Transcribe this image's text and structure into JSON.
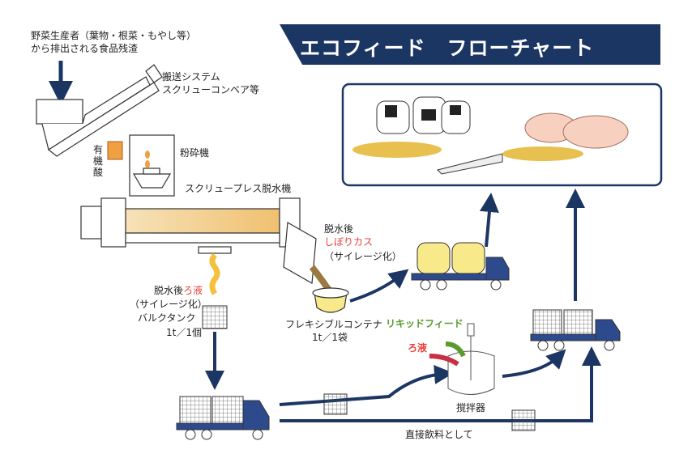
{
  "title": "エコフィード　フローチャート",
  "labels": {
    "source_line1": "野菜生産者（葉物・根菜・もやし等）",
    "source_line2": "から排出される食品残渣",
    "conveyor_line1": "搬送システム",
    "conveyor_line2": "スクリューコンベア等",
    "organic_acid": "有機酸",
    "crusher": "粉砕機",
    "screw_press": "スクリュープレス脱水機",
    "cake_prefix": "脱水後",
    "cake_highlight": "しぼりカス",
    "cake_note": "（サイレージ化）",
    "filtrate_prefix": "脱水後",
    "filtrate_highlight": "ろ液",
    "filtrate_note": "（サイレージ化）",
    "bulk_tank": "バルクタンク",
    "bulk_tank_unit": "1t／1個",
    "flex_container": "フレキシブルコンテナ",
    "flex_container_unit": "1t／1袋",
    "liquid_feed": "リキッドフィード",
    "filtrate_input": "ろ液",
    "mixer": "撹拌器",
    "direct_feed": "直接飲料として"
  },
  "colors": {
    "navy": "#1c3664",
    "red": "#e8403a",
    "green": "#5a9a2e",
    "orange": "#f0a040",
    "yellow": "#f8e98a"
  }
}
